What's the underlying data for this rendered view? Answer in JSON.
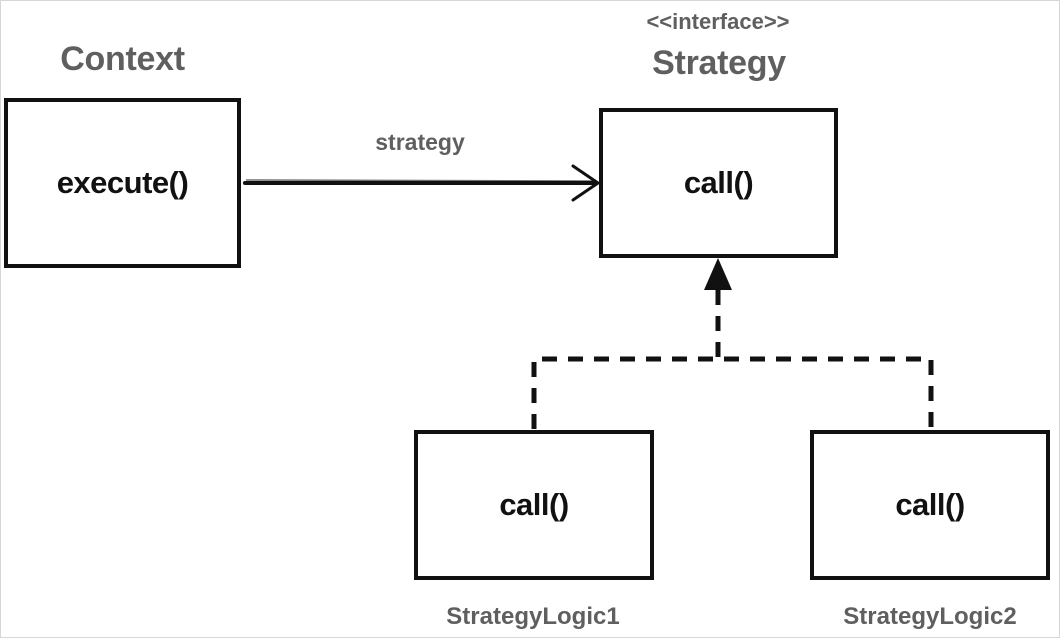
{
  "context": {
    "title": "Context",
    "method": "execute()"
  },
  "strategy": {
    "stereotype": "<<interface>>",
    "title": "Strategy",
    "method": "call()"
  },
  "association": {
    "label": "strategy"
  },
  "implementations": [
    {
      "name": "StrategyLogic1",
      "method": "call()"
    },
    {
      "name": "StrategyLogic2",
      "method": "call()"
    }
  ],
  "colors": {
    "line": "#111111",
    "label": "#5f5f5f",
    "frame": "#d6d6d6",
    "background": "#ffffff"
  }
}
